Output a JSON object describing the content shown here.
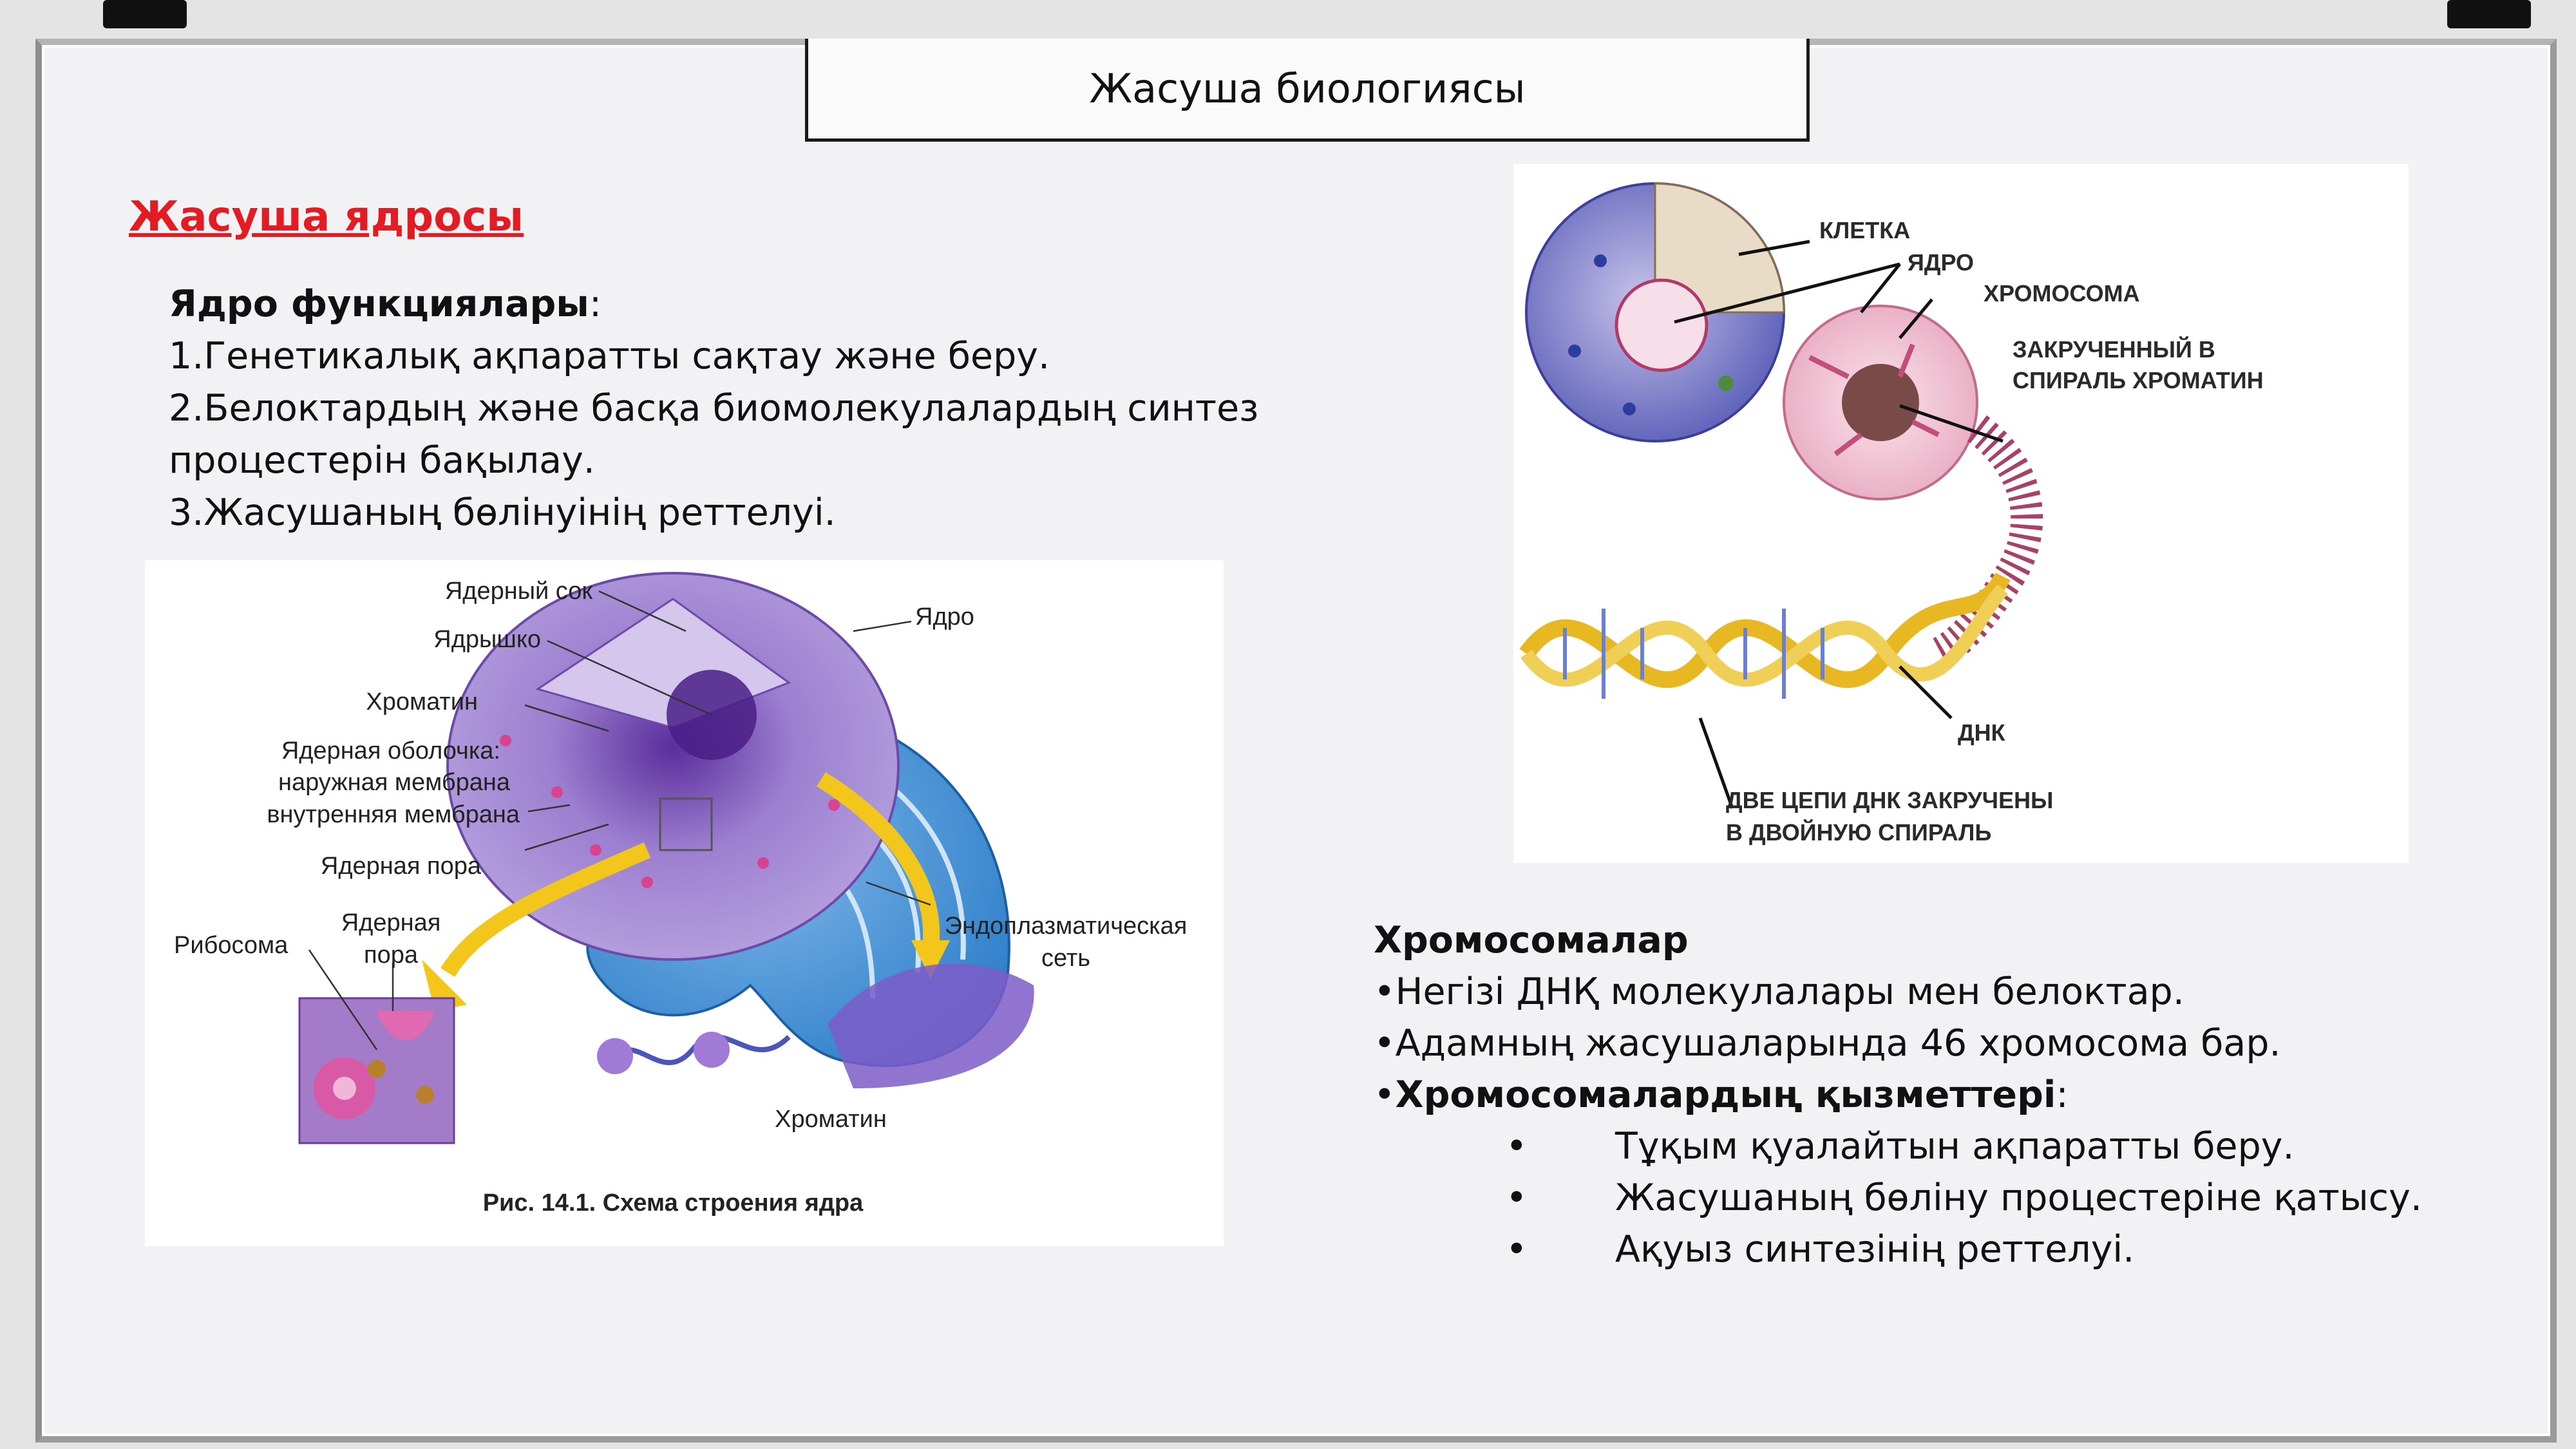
{
  "slide": {
    "title": "Жасуша биологиясы",
    "section_heading": "Жасуша ядросы",
    "functions": {
      "heading": "Ядро функциялары",
      "heading_suffix": ":",
      "items": [
        "1.Генетикалық ақпаратты сақтау және беру.",
        "2.Белоктардың және басқа биомолекулалардың синтез",
        "процестерін бақылау.",
        "3.Жасушаның бөлінуінің реттелуі."
      ]
    },
    "nucleus_figure": {
      "labels": {
        "nuclear_sap": "Ядерный сок",
        "nucleus": "Ядро",
        "nucleolus": "Ядрышко",
        "chromatin": "Хроматин",
        "envelope_1": "Ядерная оболочка:",
        "envelope_2": "наружная мембрана",
        "envelope_3": "внутренняя мембрана",
        "pore": "Ядерная пора",
        "ribosome": "Рибосома",
        "pore2_1": "Ядерная",
        "pore2_2": "пора",
        "er_1": "Эндоплазматическая",
        "er_2": "сеть",
        "chromatin2": "Хроматин"
      },
      "caption": "Рис. 14.1. Схема строения ядра"
    },
    "chromosome_figure": {
      "labels": {
        "cell": "КЛЕТКА",
        "nucleus": "ЯДРО",
        "chromosome": "ХРОМОСОМА",
        "coiled_1": "ЗАКРУЧЕННЫЙ В",
        "coiled_2": "СПИРАЛЬ ХРОМАТИН",
        "dna": "ДНК",
        "two_strands_1": "ДВЕ ЦЕПИ ДНК ЗАКРУЧЕНЫ",
        "two_strands_2": "В ДВОЙНУЮ СПИРАЛЬ"
      }
    },
    "chromosomes": {
      "heading": "Хромосомалар",
      "lines": [
        "•Негізі ДНҚ молекулалары мен белоктар.",
        "•Адамның жасушаларында 46 хромосома бар."
      ],
      "functions_prefix": "•",
      "functions_heading": "Хромосомалардың қызметтері",
      "functions_suffix": ":",
      "bullet": "•",
      "functions": [
        "Тұқым қуалайтын ақпаратты беру.",
        "Жасушаның бөліну процестеріне қатысу.",
        "Ақуыз синтезінің реттелуі."
      ]
    }
  },
  "colors": {
    "heading_red": "#e31b23",
    "text": "#111111",
    "board": "#f2f2f4"
  }
}
